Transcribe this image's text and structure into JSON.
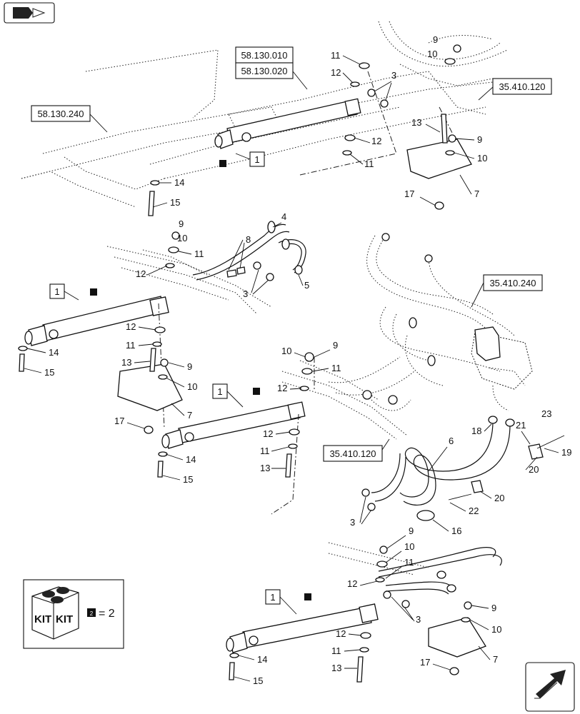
{
  "nav": {
    "prev_icon": "back-arrow-icon",
    "next_icon": "forward-arrow-icon"
  },
  "refs": {
    "r1": "58.130.010",
    "r2": "58.130.020",
    "r3": "58.130.240",
    "r4": "35.410.120",
    "r5": "35.410.240",
    "r6": "35.410.120"
  },
  "kit": {
    "text_left": "KIT",
    "text_right": "KIT",
    "badge": "2",
    "equals": "= 2"
  },
  "labels": [
    {
      "id": "c1",
      "text": "9"
    },
    {
      "id": "c2",
      "text": "10"
    },
    {
      "id": "c3",
      "text": "11"
    },
    {
      "id": "c4",
      "text": "12"
    },
    {
      "id": "c5",
      "text": "3"
    },
    {
      "id": "c6",
      "text": "1"
    },
    {
      "id": "c7",
      "text": "12"
    },
    {
      "id": "c8",
      "text": "11"
    },
    {
      "id": "c9",
      "text": "13"
    },
    {
      "id": "c10",
      "text": "9"
    },
    {
      "id": "c11",
      "text": "10"
    },
    {
      "id": "c12",
      "text": "17"
    },
    {
      "id": "c13",
      "text": "7"
    },
    {
      "id": "c14",
      "text": "14"
    },
    {
      "id": "c15",
      "text": "15"
    },
    {
      "id": "l1",
      "text": "9"
    },
    {
      "id": "l2",
      "text": "10"
    },
    {
      "id": "l3",
      "text": "11"
    },
    {
      "id": "l4",
      "text": "12"
    },
    {
      "id": "l5",
      "text": "8"
    },
    {
      "id": "l6",
      "text": "4"
    },
    {
      "id": "l7",
      "text": "3"
    },
    {
      "id": "l8",
      "text": "5"
    },
    {
      "id": "l9",
      "text": "1"
    },
    {
      "id": "l10",
      "text": "12"
    },
    {
      "id": "l11",
      "text": "11"
    },
    {
      "id": "l12",
      "text": "14"
    },
    {
      "id": "l13",
      "text": "15"
    },
    {
      "id": "l14",
      "text": "13"
    },
    {
      "id": "l15",
      "text": "9"
    },
    {
      "id": "l16",
      "text": "10"
    },
    {
      "id": "l17",
      "text": "17"
    },
    {
      "id": "l18",
      "text": "7"
    },
    {
      "id": "m1",
      "text": "10"
    },
    {
      "id": "m2",
      "text": "9"
    },
    {
      "id": "m3",
      "text": "11"
    },
    {
      "id": "m4",
      "text": "12"
    },
    {
      "id": "m5",
      "text": "1"
    },
    {
      "id": "m6",
      "text": "12"
    },
    {
      "id": "m7",
      "text": "11"
    },
    {
      "id": "m8",
      "text": "14"
    },
    {
      "id": "m9",
      "text": "13"
    },
    {
      "id": "m10",
      "text": "15"
    },
    {
      "id": "r_6",
      "text": "6"
    },
    {
      "id": "r_18",
      "text": "18"
    },
    {
      "id": "r_21",
      "text": "21"
    },
    {
      "id": "r_23",
      "text": "23"
    },
    {
      "id": "r_19",
      "text": "19"
    },
    {
      "id": "r_20a",
      "text": "20"
    },
    {
      "id": "r_20b",
      "text": "20"
    },
    {
      "id": "r_22",
      "text": "22"
    },
    {
      "id": "r_3",
      "text": "3"
    },
    {
      "id": "r_16",
      "text": "16"
    },
    {
      "id": "b1",
      "text": "9"
    },
    {
      "id": "b2",
      "text": "10"
    },
    {
      "id": "b3",
      "text": "11"
    },
    {
      "id": "b4",
      "text": "12"
    },
    {
      "id": "b5",
      "text": "1"
    },
    {
      "id": "b6",
      "text": "3"
    },
    {
      "id": "b7",
      "text": "9"
    },
    {
      "id": "b8",
      "text": "10"
    },
    {
      "id": "b9",
      "text": "12"
    },
    {
      "id": "b10",
      "text": "11"
    },
    {
      "id": "b11",
      "text": "13"
    },
    {
      "id": "b12",
      "text": "14"
    },
    {
      "id": "b13",
      "text": "15"
    },
    {
      "id": "b14",
      "text": "17"
    },
    {
      "id": "b15",
      "text": "7"
    }
  ]
}
